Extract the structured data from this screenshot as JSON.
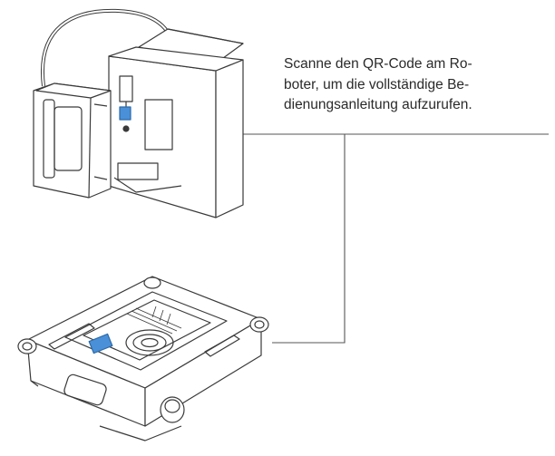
{
  "instruction": {
    "lines": [
      "Scanne den QR-Code am Ro-",
      "boter, um die vollständige Be-",
      "dienungsanleitung aufzurufen."
    ]
  },
  "colors": {
    "line_art": "#3a3a3a",
    "qr_marker": "#4a90d9",
    "leader": "#555555"
  },
  "icons": [
    "docking-station-illustration",
    "window-robot-illustration",
    "qr-code-marker"
  ]
}
